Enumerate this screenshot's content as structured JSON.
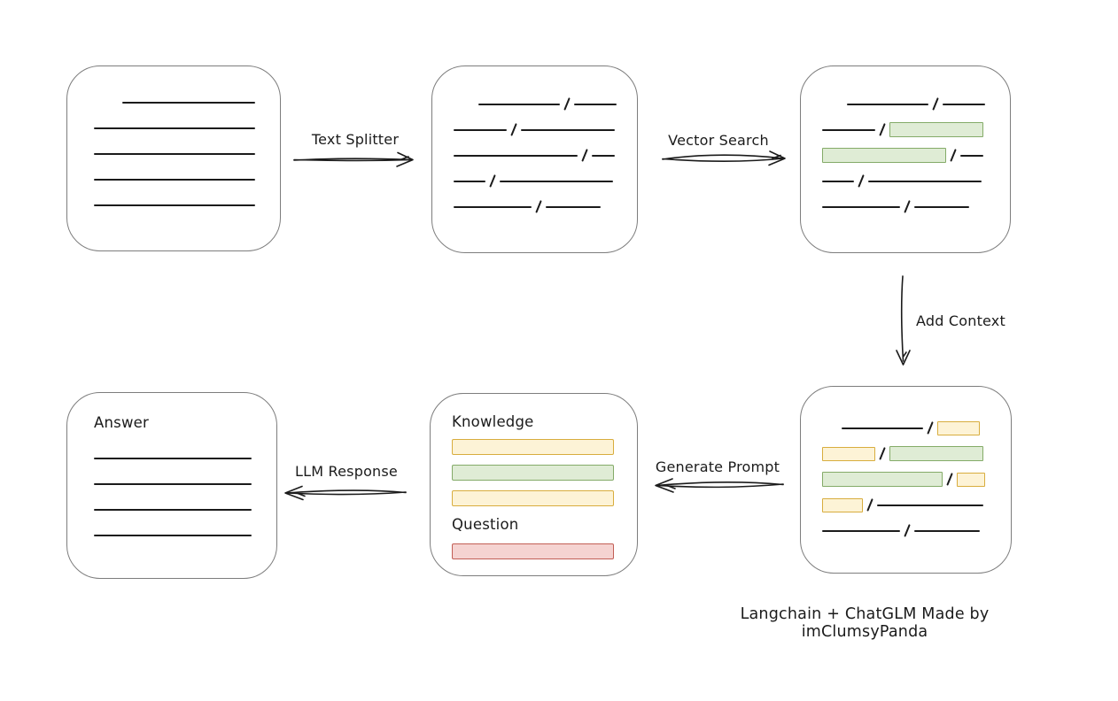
{
  "colors": {
    "ink": "#1b1b1b",
    "box_border": "#7d7d7d",
    "green_fill": "#dfecd5",
    "green_border": "#84ab68",
    "yellow_fill": "#fdf3d6",
    "yellow_border": "#d8ad3e",
    "red_fill": "#f5d3d1",
    "red_border": "#c25e55",
    "background": "#ffffff"
  },
  "arrows": {
    "text_splitter": {
      "label": "Text Splitter",
      "direction": "right"
    },
    "vector_search": {
      "label": "Vector Search",
      "direction": "right"
    },
    "add_context": {
      "label": "Add Context",
      "direction": "down"
    },
    "generate_prompt": {
      "label": "Generate Prompt",
      "direction": "left"
    },
    "llm_response": {
      "label": "LLM Response",
      "direction": "left"
    }
  },
  "caption": "Langchain + ChatGLM Made by imClumsyPanda",
  "boxes": {
    "document": {
      "rows": [
        {
          "indent": 32,
          "segs": [
            {
              "t": "line",
              "w": 150
            }
          ]
        },
        {
          "segs": [
            {
              "t": "line",
              "w": 182
            }
          ]
        },
        {
          "segs": [
            {
              "t": "line",
              "w": 182
            }
          ]
        },
        {
          "segs": [
            {
              "t": "line",
              "w": 182
            }
          ]
        },
        {
          "segs": [
            {
              "t": "line",
              "w": 182
            }
          ]
        }
      ]
    },
    "split_text": {
      "rows": [
        {
          "indent": 28,
          "segs": [
            {
              "t": "line",
              "w": 92
            },
            {
              "t": "line",
              "w": 48
            }
          ]
        },
        {
          "segs": [
            {
              "t": "line",
              "w": 60
            },
            {
              "t": "line",
              "w": 106
            }
          ]
        },
        {
          "segs": [
            {
              "t": "line",
              "w": 140
            },
            {
              "t": "line",
              "w": 26
            }
          ]
        },
        {
          "segs": [
            {
              "t": "line",
              "w": 36
            },
            {
              "t": "line",
              "w": 128
            }
          ]
        },
        {
          "segs": [
            {
              "t": "line",
              "w": 88
            },
            {
              "t": "line",
              "w": 62
            }
          ]
        }
      ]
    },
    "vector_result": {
      "rows": [
        {
          "indent": 28,
          "segs": [
            {
              "t": "line",
              "w": 92
            },
            {
              "t": "line",
              "w": 48
            }
          ]
        },
        {
          "segs": [
            {
              "t": "line",
              "w": 60
            },
            {
              "t": "green",
              "w": 106
            }
          ]
        },
        {
          "segs": [
            {
              "t": "green",
              "w": 140
            },
            {
              "t": "line",
              "w": 26
            }
          ]
        },
        {
          "segs": [
            {
              "t": "line",
              "w": 36
            },
            {
              "t": "line",
              "w": 128
            }
          ]
        },
        {
          "segs": [
            {
              "t": "line",
              "w": 88
            },
            {
              "t": "line",
              "w": 62
            }
          ]
        }
      ]
    },
    "context": {
      "rows": [
        {
          "indent": 22,
          "segs": [
            {
              "t": "line",
              "w": 92
            },
            {
              "t": "yellow",
              "w": 48
            }
          ]
        },
        {
          "segs": [
            {
              "t": "yellow",
              "w": 60
            },
            {
              "t": "green",
              "w": 106
            }
          ]
        },
        {
          "segs": [
            {
              "t": "green",
              "w": 136
            },
            {
              "t": "yellow",
              "w": 32
            }
          ]
        },
        {
          "segs": [
            {
              "t": "yellow",
              "w": 46
            },
            {
              "t": "line",
              "w": 120
            }
          ]
        },
        {
          "segs": [
            {
              "t": "line",
              "w": 88
            },
            {
              "t": "line",
              "w": 74
            }
          ]
        }
      ]
    },
    "answer": {
      "label": "Answer",
      "rows": [
        {
          "segs": [
            {
              "t": "line",
              "w": 178
            }
          ]
        },
        {
          "segs": [
            {
              "t": "line",
              "w": 178
            }
          ]
        },
        {
          "segs": [
            {
              "t": "line",
              "w": 178
            }
          ]
        },
        {
          "segs": [
            {
              "t": "line",
              "w": 178
            }
          ]
        }
      ]
    },
    "prompt": {
      "knowledge_label": "Knowledge",
      "question_label": "Question",
      "knowledge_bars": [
        {
          "t": "yellow"
        },
        {
          "t": "green"
        },
        {
          "t": "yellow"
        }
      ],
      "question_bars": [
        {
          "t": "red"
        }
      ]
    }
  }
}
